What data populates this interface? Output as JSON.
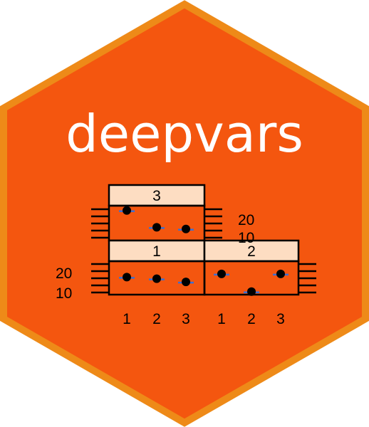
{
  "logo": {
    "title": "deepvars",
    "colors": {
      "hex_fill": "#F4560F",
      "hex_border": "#EE8A18",
      "strip_fill": "#FDDDC2",
      "title_text": "#FFFFFF",
      "point": "#000000",
      "error_bar": "#3D6FD1"
    }
  },
  "chart_data": {
    "type": "scatter",
    "facets": [
      {
        "label": "3",
        "points": [
          {
            "x": 1,
            "y": 25
          },
          {
            "x": 2,
            "y": 15
          },
          {
            "x": 3,
            "y": 14
          }
        ]
      },
      {
        "label": "1",
        "points": [
          {
            "x": 1,
            "y": 18
          },
          {
            "x": 2,
            "y": 17
          },
          {
            "x": 3,
            "y": 15
          }
        ]
      },
      {
        "label": "2",
        "points": [
          {
            "x": 1,
            "y": 20
          },
          {
            "x": 2,
            "y": 9
          },
          {
            "x": 3,
            "y": 20
          }
        ]
      }
    ],
    "x_ticks": [
      "1",
      "2",
      "3"
    ],
    "y_ticks": [
      "20",
      "10"
    ],
    "xlim": [
      0.5,
      3.5
    ],
    "ylim": [
      8,
      27
    ],
    "grid": false
  }
}
